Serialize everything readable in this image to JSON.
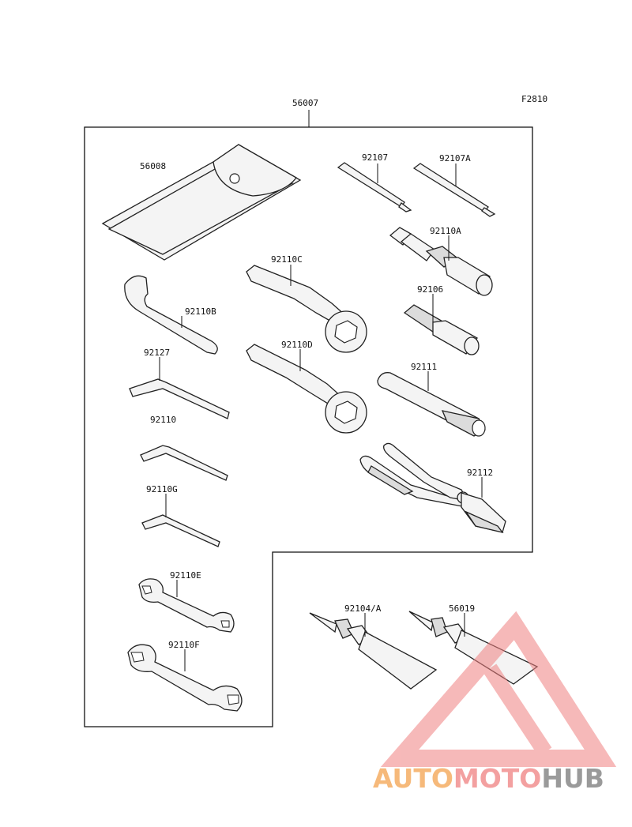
{
  "figure_code": "F2810",
  "assembly_label": "56007",
  "parts": {
    "tool_bag": "56008",
    "screwdriver_1": "92107",
    "screwdriver_2": "92107A",
    "box_wrench": "92110A",
    "box_wrench_handle": "92106",
    "hook_wrench": "92110B",
    "offset_wrench_c": "92110C",
    "offset_wrench_d": "92110D",
    "extension_bar": "92111",
    "hex_key_1": "92127",
    "hex_key_2": "92110",
    "hex_key_3": "92110G",
    "pliers": "92112",
    "open_wrench_e": "92110E",
    "open_wrench_f": "92110F",
    "tube_1": "92104/A",
    "tube_2": "56019"
  },
  "watermark": {
    "part1": "AUTO",
    "part2": "MOTO",
    "part3": "HUB",
    "colors": {
      "part1": "#f6b97a",
      "part2": "#f3a0a0",
      "part3": "#9a9a9a",
      "triangle": "#f08080"
    }
  }
}
